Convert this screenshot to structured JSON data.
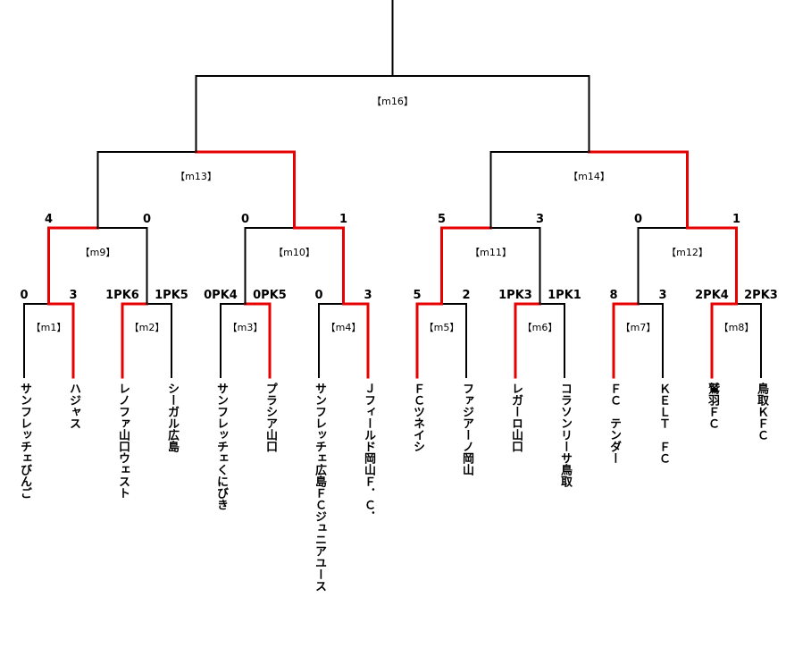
{
  "teams": [
    "サンフレッチェびんご",
    "ハジャス",
    "レノファ山口ウェスト",
    "シーガル広島",
    "サンフレッチェくにびき",
    "プラシア山口",
    "サンフレッチェ広島ＦＣジュニアユース",
    "Ｊフィールド岡山Ｆ．Ｃ．",
    "ＦＣツネイシ",
    "ファジアーノ岡山",
    "レガーロ山口",
    "コラソンリーサ鳥取",
    "ＦＣ　テンダー",
    "ＫＥＬＴ　ＦＣ",
    "鷲羽ＦＣ",
    "鳥取ＫＦＣ"
  ],
  "round1": [
    {
      "label": "【m1】",
      "scores": [
        "0",
        "3"
      ],
      "winner": 1
    },
    {
      "label": "【m2】",
      "scores": [
        "1PK6",
        "1PK5"
      ],
      "winner": 0
    },
    {
      "label": "【m3】",
      "scores": [
        "0PK4",
        "0PK5"
      ],
      "winner": 1
    },
    {
      "label": "【m4】",
      "scores": [
        "0",
        "3"
      ],
      "winner": 1
    },
    {
      "label": "【m5】",
      "scores": [
        "5",
        "2"
      ],
      "winner": 0
    },
    {
      "label": "【m6】",
      "scores": [
        "1PK3",
        "1PK1"
      ],
      "winner": 0
    },
    {
      "label": "【m7】",
      "scores": [
        "8",
        "3"
      ],
      "winner": 0
    },
    {
      "label": "【m8】",
      "scores": [
        "2PK4",
        "2PK3"
      ],
      "winner": 0
    }
  ],
  "round2": [
    {
      "label": "【m9】",
      "scores": [
        "4",
        "0"
      ],
      "winner": 0
    },
    {
      "label": "【m10】",
      "scores": [
        "0",
        "1"
      ],
      "winner": 1
    },
    {
      "label": "【m11】",
      "scores": [
        "5",
        "3"
      ],
      "winner": 0
    },
    {
      "label": "【m12】",
      "scores": [
        "0",
        "1"
      ],
      "winner": 1
    }
  ],
  "round3": [
    {
      "label": "【m13】",
      "winner": 1
    },
    {
      "label": "【m14】",
      "winner": 1
    }
  ],
  "final": {
    "label": "【m16】"
  },
  "colors": {
    "line": "#000000",
    "winner": "#e60000"
  }
}
